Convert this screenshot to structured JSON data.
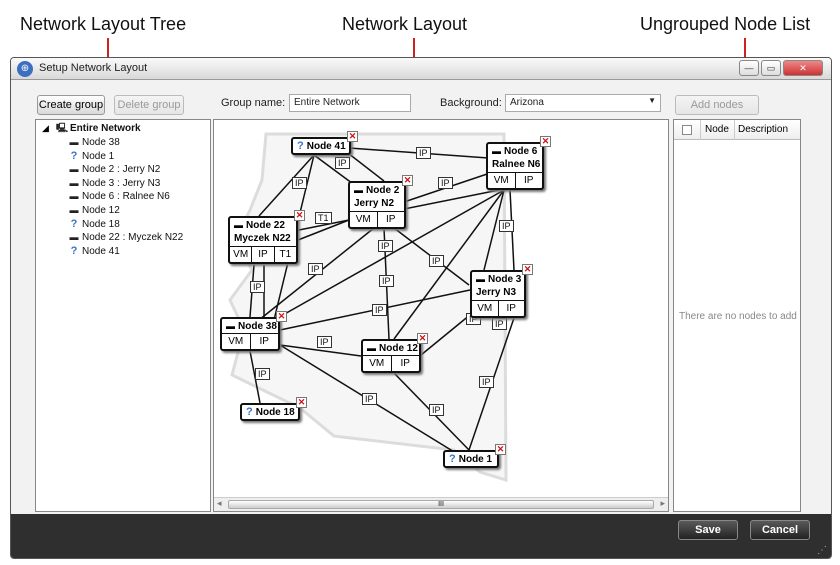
{
  "callouts": {
    "tree": "Network Layout Tree",
    "layout": "Network Layout",
    "ungrouped": "Ungrouped Node List"
  },
  "window": {
    "title": "Setup Network Layout",
    "min_glyph": "—",
    "max_glyph": "▭",
    "close_glyph": "✕"
  },
  "toolbar": {
    "create_group": "Create group",
    "delete_group": "Delete group",
    "group_name_label": "Group name:",
    "group_name_value": "Entire Network",
    "background_label": "Background:",
    "background_value": "Arizona",
    "add_nodes": "Add nodes"
  },
  "tree": {
    "root": "Entire Network",
    "items": [
      {
        "label": "Node 38",
        "icon": "device-icon"
      },
      {
        "label": "Node 1",
        "icon": "unknown-icon"
      },
      {
        "label": "Node 2 : Jerry N2",
        "icon": "device-icon"
      },
      {
        "label": "Node 3 : Jerry N3",
        "icon": "device-icon"
      },
      {
        "label": "Node 6 : Ralnee N6",
        "icon": "device-icon"
      },
      {
        "label": "Node 12",
        "icon": "device-icon"
      },
      {
        "label": "Node 18",
        "icon": "unknown-icon"
      },
      {
        "label": "Node 22 : Myczek N22",
        "icon": "device-icon"
      },
      {
        "label": "Node 41",
        "icon": "unknown-icon"
      }
    ]
  },
  "map": {
    "nodes": {
      "n41": {
        "name": "Node 41",
        "sub": "",
        "ports": []
      },
      "n6": {
        "name": "Node 6",
        "sub": "Ralnee N6",
        "ports": [
          "VM",
          "IP"
        ]
      },
      "n2": {
        "name": "Node 2",
        "sub": "Jerry N2",
        "ports": [
          "VM",
          "IP"
        ]
      },
      "n22": {
        "name": "Node 22",
        "sub": "Myczek N22",
        "ports": [
          "VM",
          "IP",
          "T1"
        ]
      },
      "n3": {
        "name": "Node 3",
        "sub": "Jerry N3",
        "ports": [
          "VM",
          "IP"
        ]
      },
      "n38": {
        "name": "Node 38",
        "sub": "",
        "ports": [
          "VM",
          "IP"
        ]
      },
      "n12": {
        "name": "Node 12",
        "sub": "",
        "ports": [
          "VM",
          "IP"
        ]
      },
      "n18": {
        "name": "Node 18",
        "sub": "",
        "ports": []
      },
      "n1": {
        "name": "Node 1",
        "sub": "",
        "ports": []
      }
    },
    "edge_labels": {
      "ip": "IP",
      "t1": "T1"
    },
    "scroll_thumb": "III",
    "scroll_left": "◂",
    "scroll_right": "▸"
  },
  "ungrouped": {
    "col_node": "Node",
    "col_description": "Description",
    "empty_text": "There are no nodes to add"
  },
  "footer": {
    "save": "Save",
    "cancel": "Cancel"
  },
  "colors": {
    "leader": "#d02020",
    "close_mark": "#d01010",
    "unknown_icon": "#3b74c4"
  }
}
